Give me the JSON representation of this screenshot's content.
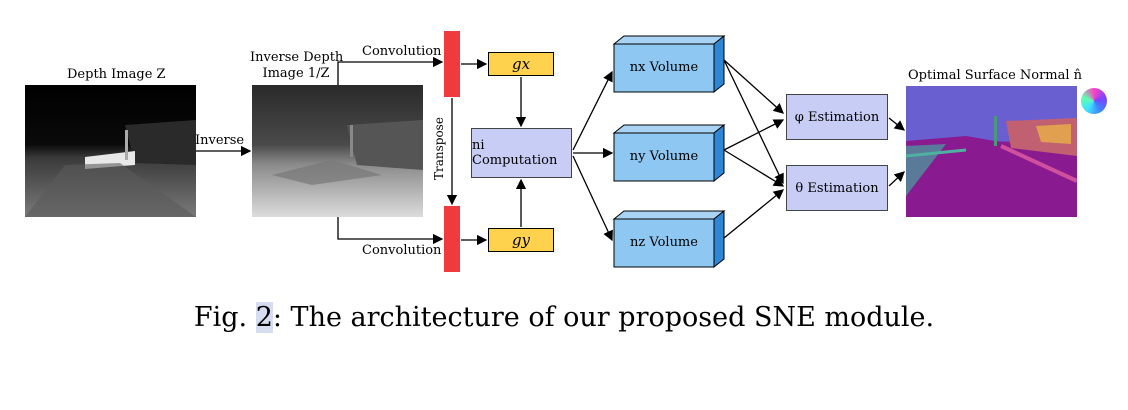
{
  "inputs": {
    "depth_image_label": "Depth Image Z",
    "inverse_depth_label_line1": "Inverse Depth",
    "inverse_depth_label_line2": "Image 1/Z",
    "inverse_arrow_label": "Inverse"
  },
  "operations": {
    "convolution_top": "Convolution",
    "convolution_bottom": "Convolution",
    "transpose": "Transpose"
  },
  "gradients": {
    "gx": "gx",
    "gy": "gy"
  },
  "computation": {
    "label": "ni Computation"
  },
  "volumes": [
    "nx Volume",
    "ny Volume",
    "nz Volume"
  ],
  "estimations": {
    "phi": "φ Estimation",
    "theta": "θ Estimation"
  },
  "output": {
    "label": "Optimal Surface Normal n̂"
  },
  "caption": {
    "prefix": "Fig. ",
    "number": "2",
    "text": ": The architecture of our proposed SNE module."
  },
  "colors": {
    "conv_bar": "#f03a3e",
    "gradient_box": "#ffd24d",
    "computation_box": "#c8cdf5",
    "volume_front": "#8ec8f2",
    "volume_side": "#2e86d6",
    "estimation_box": "#c8cdf5"
  }
}
